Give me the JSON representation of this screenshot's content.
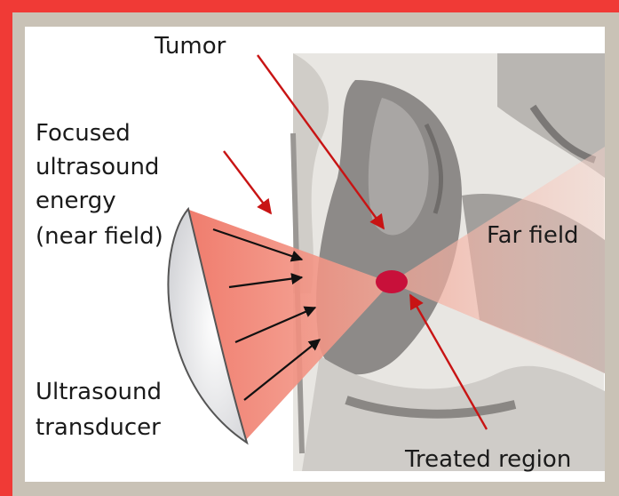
{
  "labels": {
    "tumor": "Tumor",
    "focused": [
      "Focused",
      "ultrasound",
      "energy",
      "(near field)"
    ],
    "far_field": "Far field",
    "transducer": [
      "Ultrasound",
      "transducer"
    ],
    "treated_region": "Treated region"
  },
  "colors": {
    "frame_red": "#f03a36",
    "beam": "#f28a7a",
    "focus": "#c8103a",
    "callout_arrow": "#c81414",
    "energy_arrow": "#111111"
  }
}
